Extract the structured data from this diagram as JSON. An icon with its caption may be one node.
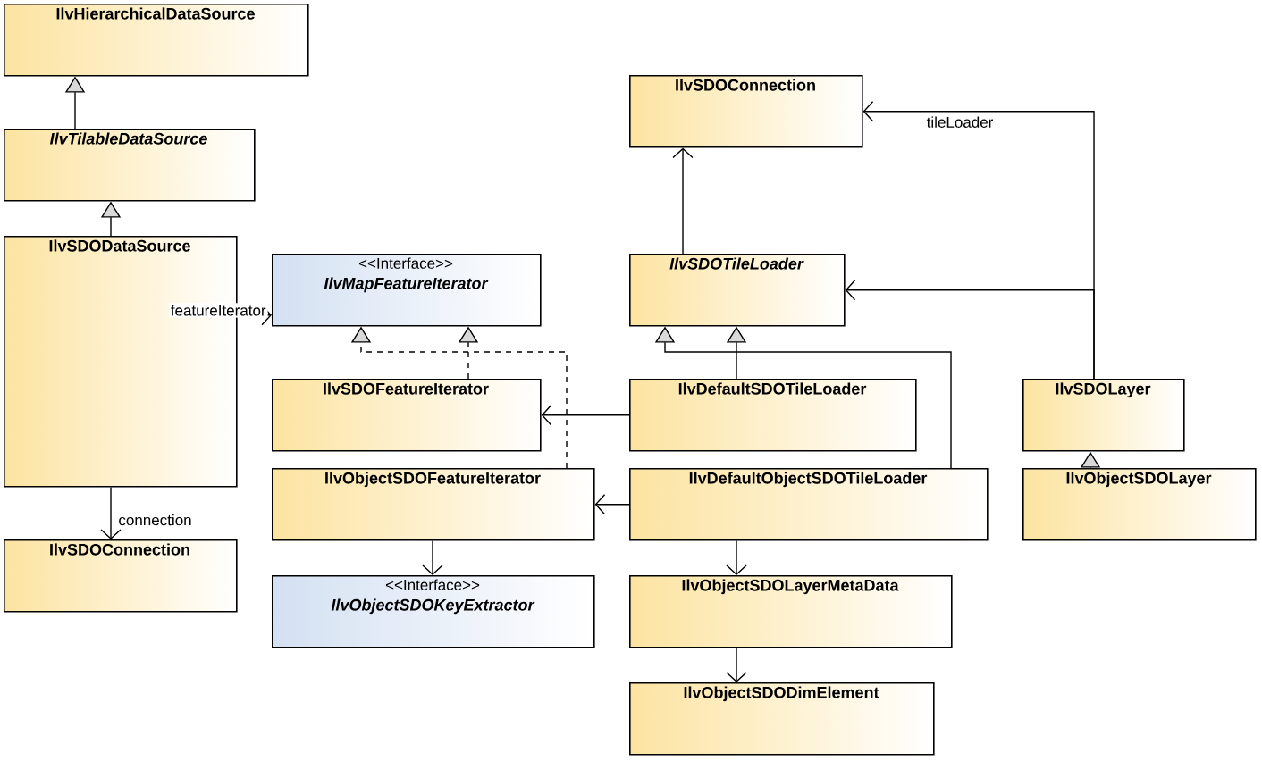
{
  "diagram": {
    "nodes": [
      {
        "text": [
          "IlvHierarchicalDataSource"
        ]
      },
      {
        "text": [
          "IlvTilableDataSource"
        ]
      },
      {
        "text": [
          "IlvSDODataSource"
        ]
      },
      {
        "text": [
          "<<Interface>>",
          "IlvMapFeatureIterator"
        ]
      },
      {
        "text": [
          "IlvSDOFeatureIterator"
        ]
      },
      {
        "text": [
          "IlvObjectSDOFeatureIterator"
        ]
      },
      {
        "text": [
          "IlvSDOConnection"
        ]
      },
      {
        "text": [
          "<<Interface>>",
          "IlvObjectSDOKeyExtractor"
        ]
      },
      {
        "text": [
          "IlvSDOConnection"
        ]
      },
      {
        "text": [
          "IlvSDOTileLoader"
        ]
      },
      {
        "text": [
          "IlvDefaultSDOTileLoader"
        ]
      },
      {
        "text": [
          "IlvDefaultObjectSDOTileLoader"
        ]
      },
      {
        "text": [
          "IlvObjectSDOLayerMetaData"
        ]
      },
      {
        "text": [
          "IlvObjectSDODimElement"
        ]
      },
      {
        "text": [
          "IlvSDOLayer"
        ]
      },
      {
        "text": [
          "IlvObjectSDOLayer"
        ]
      }
    ],
    "edges": [
      {
        "from": 1,
        "to": 0,
        "arrow": "to"
      },
      {
        "from": 2,
        "to": 1,
        "arrow": "to"
      },
      {
        "from": 2,
        "to": 3,
        "arrow": "to",
        "label": "featureIterator"
      },
      {
        "from": 2,
        "to": 6,
        "arrow": "to",
        "label": "connection"
      },
      {
        "from": 4,
        "to": 3,
        "arrow": "to",
        "style": "dashed"
      },
      {
        "from": 5,
        "to": 3,
        "arrow": "to",
        "style": "dashed"
      },
      {
        "from": 10,
        "to": 9,
        "arrow": "to"
      },
      {
        "from": 11,
        "to": 9,
        "arrow": "to"
      },
      {
        "from": 9,
        "to": 8,
        "arrow": "to"
      },
      {
        "from": 14,
        "to": 8,
        "arrow": "to",
        "label": "tileLoader"
      },
      {
        "from": 14,
        "to": 9,
        "arrow": "to"
      },
      {
        "from": 15,
        "to": 14,
        "arrow": "to"
      },
      {
        "from": 10,
        "to": 4,
        "arrow": "to"
      },
      {
        "from": 11,
        "to": 5,
        "arrow": "to"
      },
      {
        "from": 5,
        "to": 7,
        "arrow": "to"
      },
      {
        "from": 11,
        "to": 12,
        "arrow": "to"
      },
      {
        "from": 12,
        "to": 13,
        "arrow": "to"
      }
    ]
  }
}
